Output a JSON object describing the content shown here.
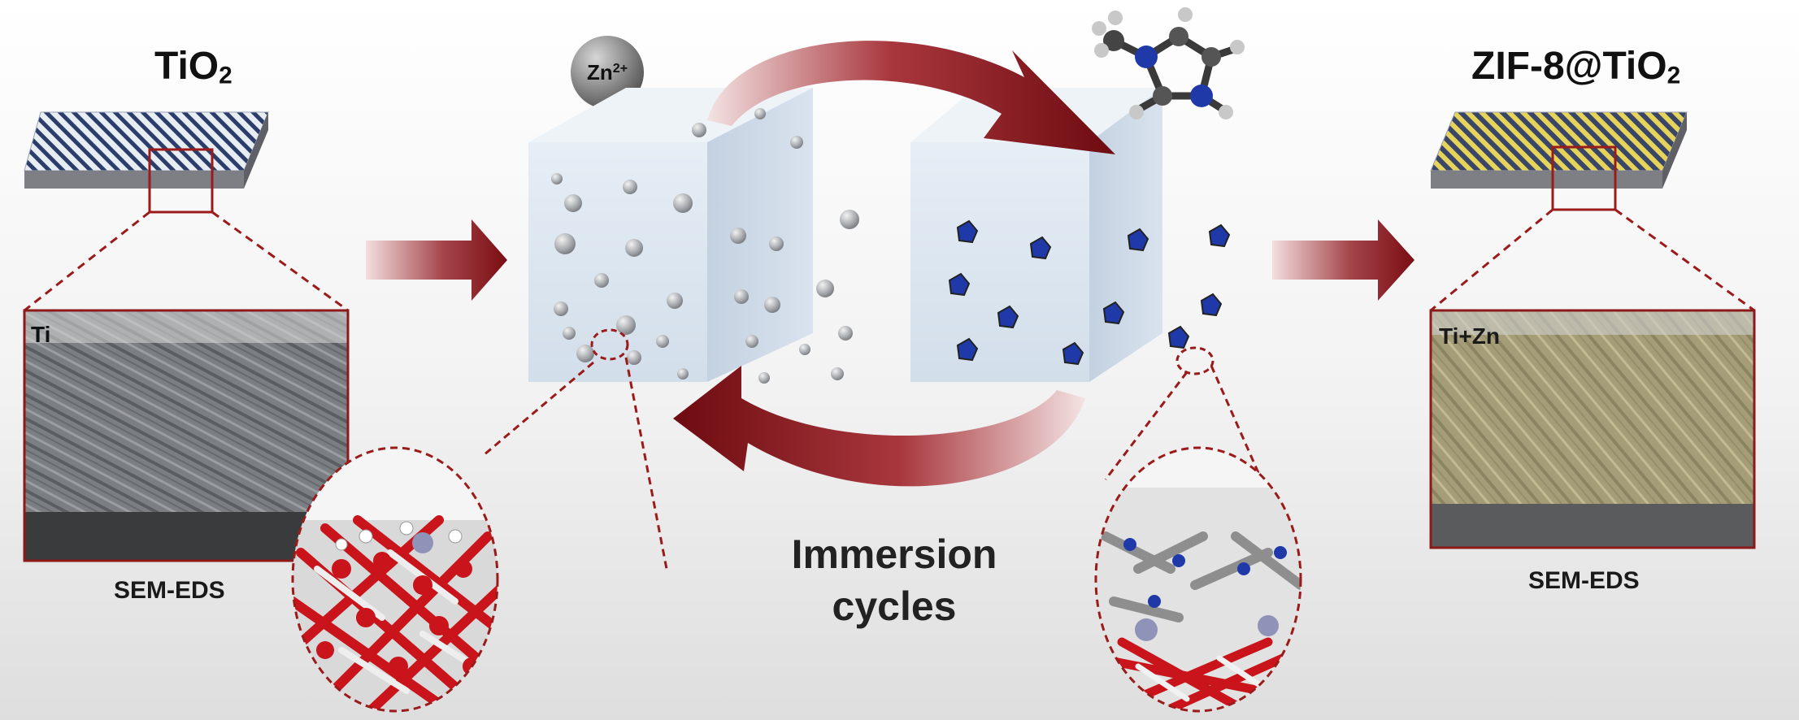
{
  "labels": {
    "left_title_main": "TiO",
    "left_title_sub": "2",
    "right_title_main": "ZIF-8@TiO",
    "right_title_sub": "2",
    "zn_main": "Zn",
    "zn_sup": "2+",
    "left_sem_tag": "Ti",
    "right_sem_tag": "Ti+Zn",
    "left_sem_caption": "SEM-EDS",
    "right_sem_caption": "SEM-EDS",
    "cycle_line1": "Immersion",
    "cycle_line2": "cycles"
  },
  "colors": {
    "arrow_dark_red": "#7a0d12",
    "arrow_light": "#e9c9c9",
    "dashed_red": "#9b1b1b",
    "cube_front": "#dfe8f2",
    "cube_side": "#c9d6e4",
    "cube_top": "#eef3f8",
    "stripe_blue": "#2a3d6b",
    "stripe_yellow": "#e6d35a",
    "sem_gray": "#6c6f73",
    "sem_gold": "#a8a07a",
    "oxygen_red": "#c8141a",
    "nitrogen_blue": "#1f3aa8",
    "zinc_purple": "#8f93b8"
  },
  "icons": [
    "zn-ion-sphere-icon",
    "imidazole-molecule-icon",
    "tio2-molecular-model-icon",
    "zif8-molecular-model-icon"
  ]
}
